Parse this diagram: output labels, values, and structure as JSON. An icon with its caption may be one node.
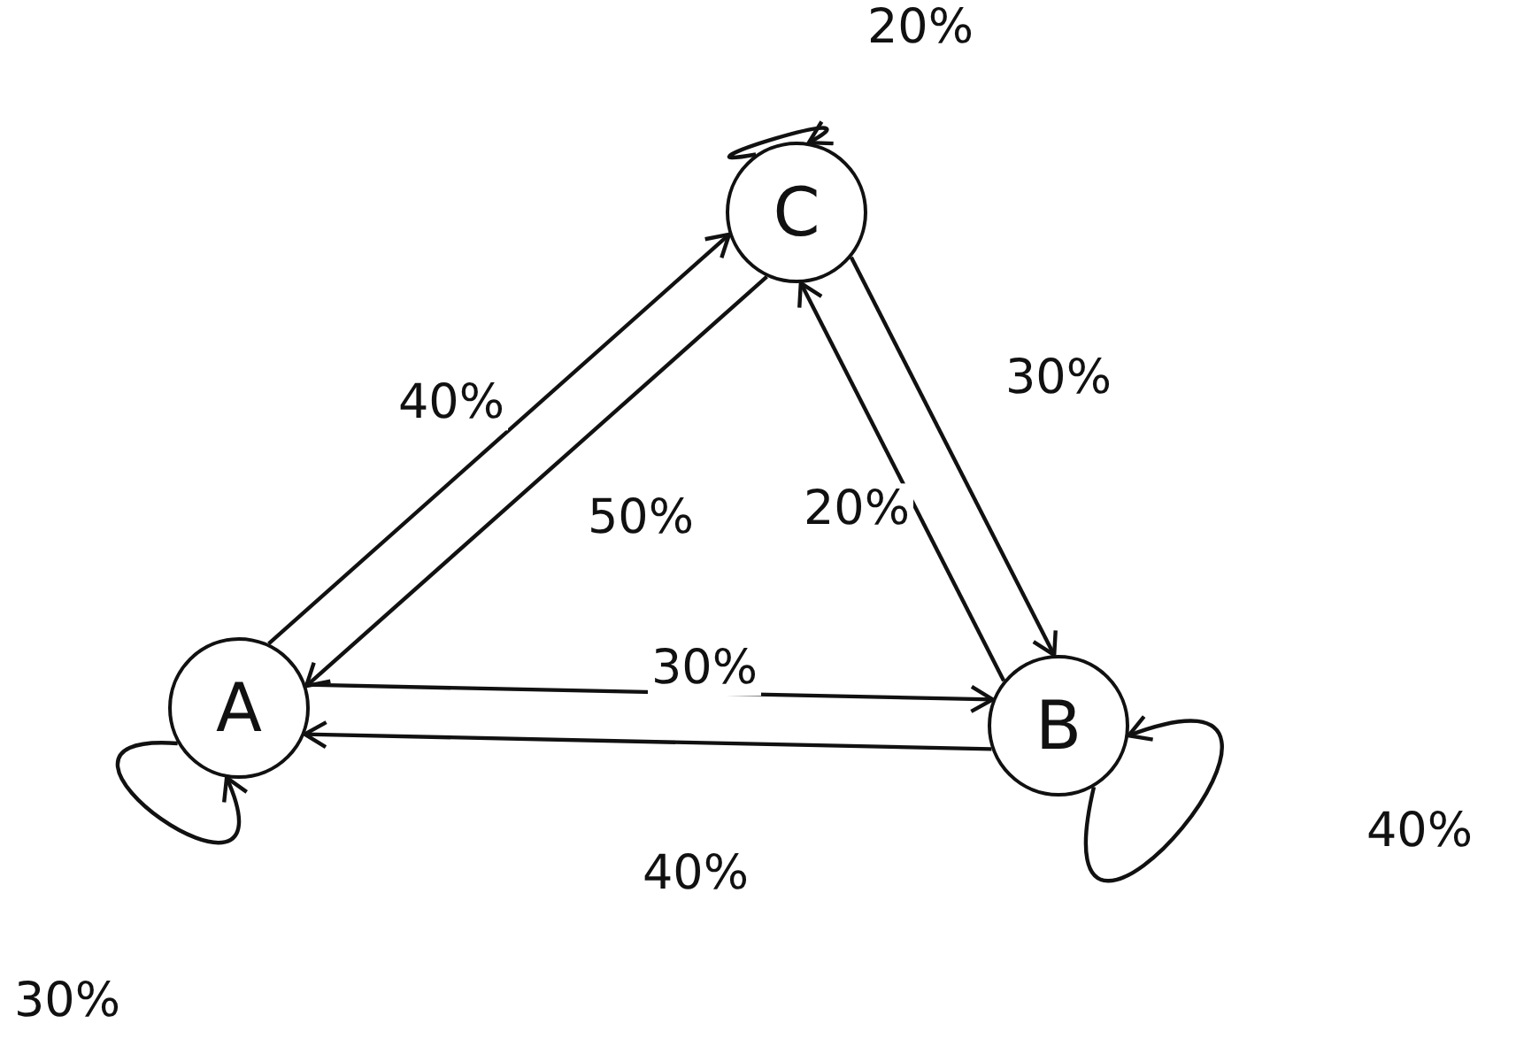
{
  "diagram": {
    "nodes": [
      {
        "text": [
          "A"
        ]
      },
      {
        "text": [
          "B"
        ]
      },
      {
        "text": [
          "C"
        ]
      }
    ],
    "edges": [
      {
        "from": 0,
        "to": 2,
        "arrow": "to",
        "label": "40%"
      },
      {
        "from": 2,
        "to": 0,
        "arrow": "to",
        "label": "50%"
      },
      {
        "from": 2,
        "to": 1,
        "arrow": "to",
        "label": "30%"
      },
      {
        "from": 1,
        "to": 2,
        "arrow": "to",
        "label": "20%"
      },
      {
        "from": 0,
        "to": 1,
        "arrow": "to",
        "label": "30%"
      },
      {
        "from": 1,
        "to": 0,
        "arrow": "to",
        "label": "40%"
      },
      {
        "from": 0,
        "to": 0,
        "arrow": "to",
        "label": "30%"
      },
      {
        "from": 1,
        "to": 1,
        "arrow": "to",
        "label": "40%"
      },
      {
        "from": 2,
        "to": 2,
        "arrow": "to",
        "label": "20%"
      }
    ]
  }
}
